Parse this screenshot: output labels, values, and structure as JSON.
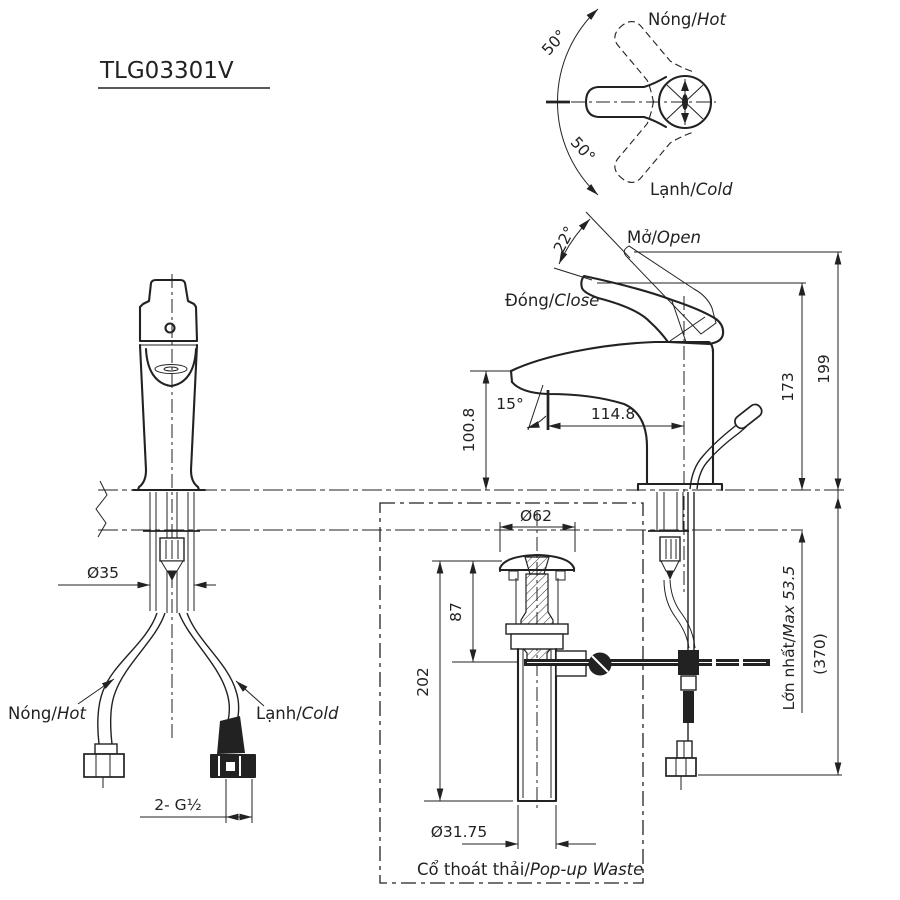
{
  "title": "TLG03301V",
  "colors": {
    "line": "#222222",
    "bg": "#ffffff"
  },
  "top_view": {
    "hot": {
      "vi": "Nóng/",
      "en": "Hot"
    },
    "cold": {
      "vi": "Lạnh/",
      "en": "Cold"
    },
    "angle_upper": "50°",
    "angle_lower": "50°"
  },
  "side_view": {
    "open": {
      "vi": "Mở/",
      "en": "Open"
    },
    "close": {
      "vi": "Đóng/",
      "en": "Close"
    },
    "open_angle": "22°",
    "spray_angle": "15°",
    "spout_height": "100.8",
    "spout_reach": "114.8",
    "height_closed": "173",
    "height_open": "199",
    "max_thickness": {
      "vi": "Lớn nhất/",
      "en": "Max 53.5"
    },
    "depth_ref": "(370)"
  },
  "front_view": {
    "shank_dia": "Ø35",
    "hot": {
      "vi": "Nóng/",
      "en": "Hot"
    },
    "cold": {
      "vi": "Lạnh/",
      "en": "Cold"
    },
    "thread": "2- G½"
  },
  "popup": {
    "flange_dia": "Ø62",
    "plug_depth": "87",
    "tail_length": "202",
    "tail_dia": "Ø31.75",
    "caption": {
      "vi": "Cổ thoát thải/",
      "en": "Pop-up Waste"
    }
  }
}
